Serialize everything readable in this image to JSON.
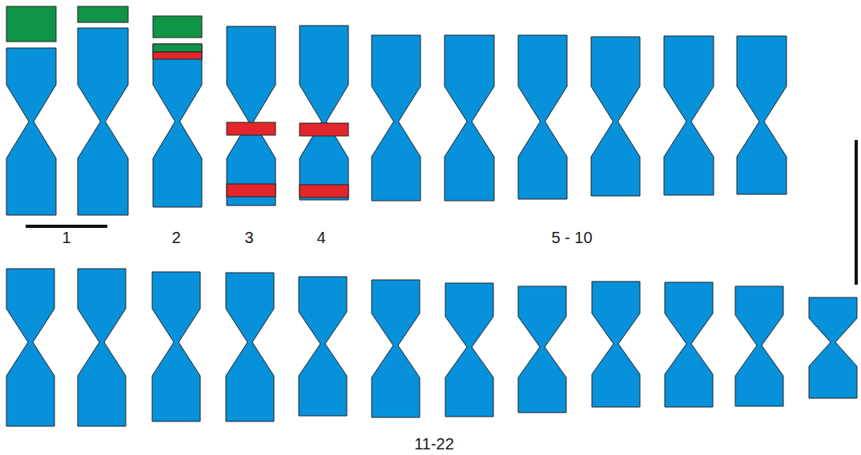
{
  "diagram": {
    "labels": [
      "1",
      "2",
      "3",
      "4",
      "5 - 10",
      "11-22"
    ]
  }
}
